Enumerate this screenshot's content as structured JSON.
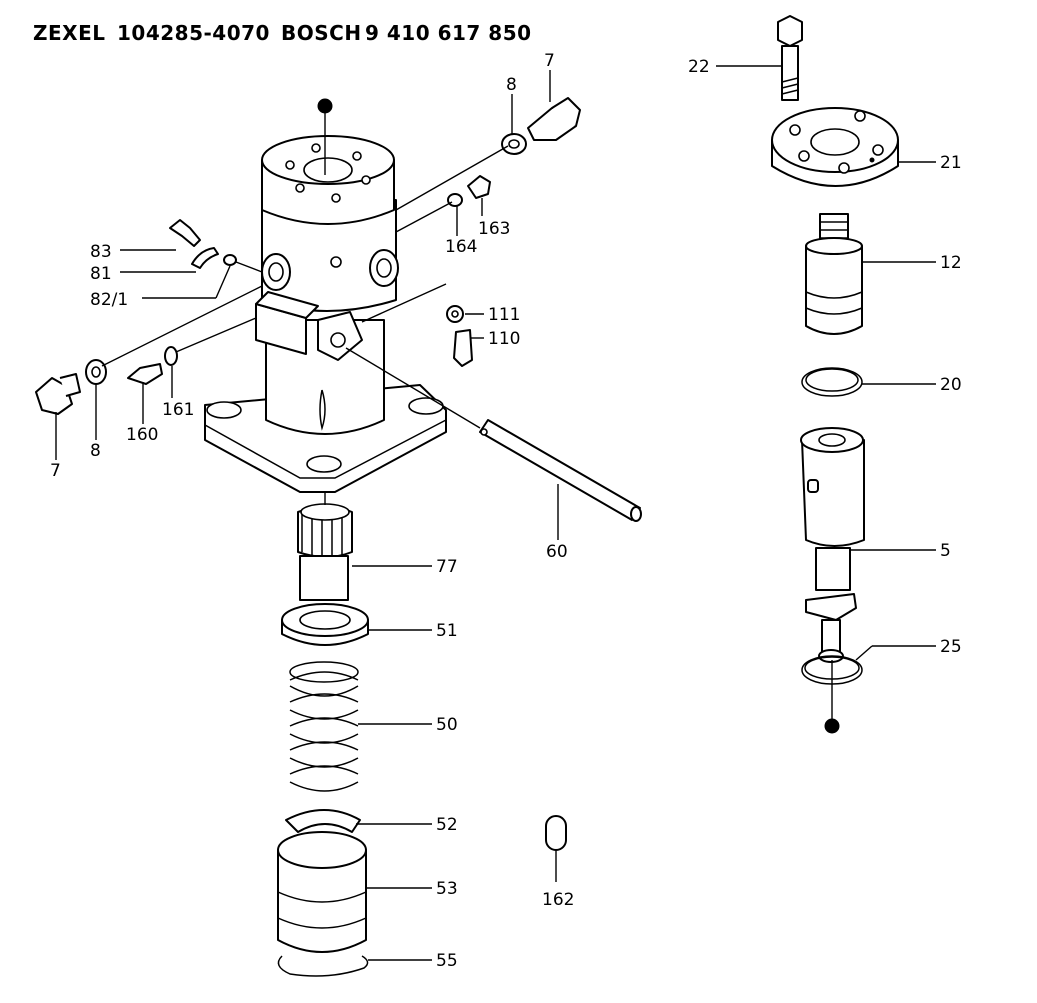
{
  "header": {
    "brand": "ZEXEL",
    "zexel_number": "104285-4070",
    "oem": "BOSCH",
    "oem_number": "9 410 617 850"
  },
  "callouts": {
    "c7_top": "7",
    "c8_top": "8",
    "c83": "83",
    "c81": "81",
    "c82": "82/1",
    "c163": "163",
    "c164": "164",
    "c111": "111",
    "c110": "110",
    "c7_left": "7",
    "c8_left": "8",
    "c160": "160",
    "c161": "161",
    "c60": "60",
    "c77": "77",
    "c51": "51",
    "c50": "50",
    "c52": "52",
    "c53": "53",
    "c55": "55",
    "c162": "162",
    "c22": "22",
    "c21": "21",
    "c12": "12",
    "c20": "20",
    "c5": "5",
    "c25": "25"
  }
}
